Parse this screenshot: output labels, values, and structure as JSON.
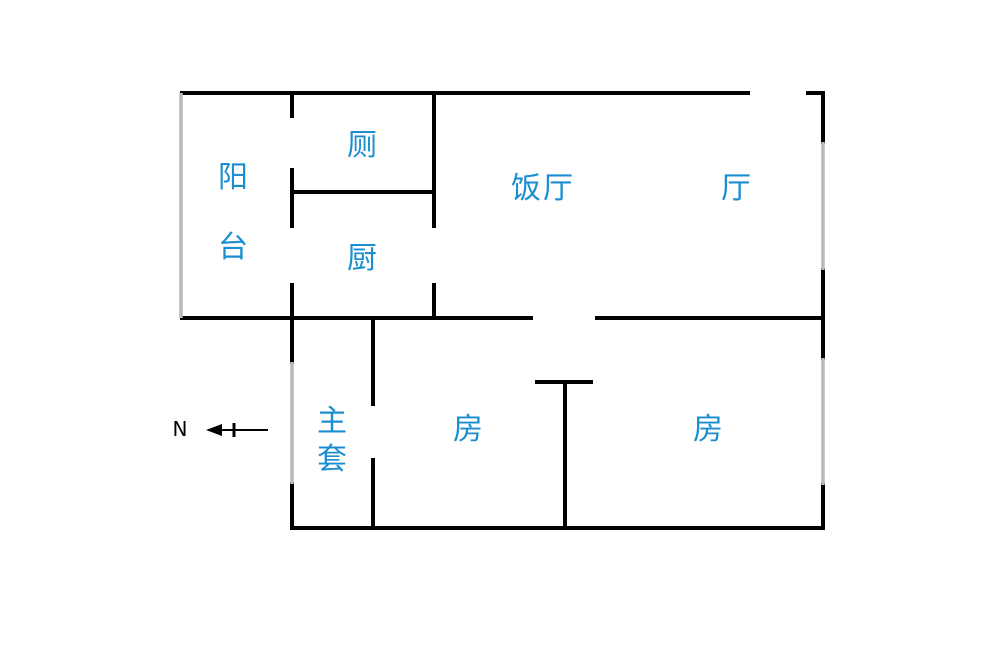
{
  "colors": {
    "wall": "#000000",
    "window": "#b9b9b9",
    "label": "#1b8ed0",
    "background": "#ffffff"
  },
  "rooms": {
    "balcony_line1": "阳",
    "balcony_line2": "台",
    "toilet": "厕",
    "kitchen": "厨",
    "dining_hall": "饭厅",
    "living_hall": "厅",
    "master_line1": "主",
    "master_line2": "套",
    "bedroom_left": "房",
    "bedroom_right": "房"
  },
  "compass": {
    "label": "N",
    "direction": "left",
    "icon": "north-arrow-icon"
  }
}
